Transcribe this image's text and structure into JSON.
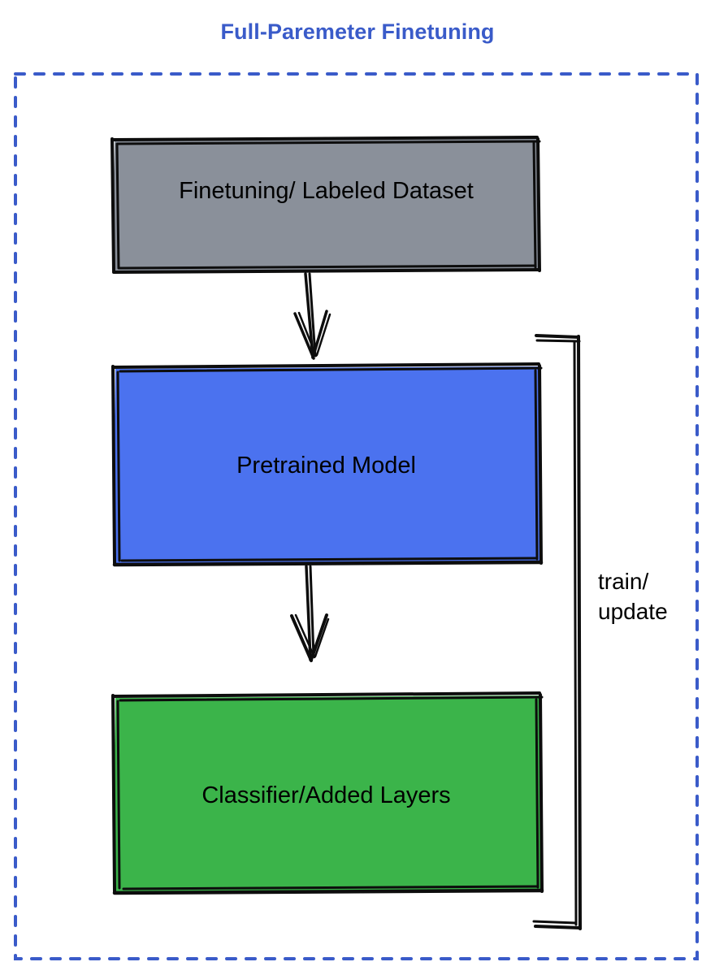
{
  "diagram": {
    "title": "Full-Paremeter Finetuning",
    "title_color": "#3a5bc9",
    "background_color": "#ffffff",
    "container": {
      "name": "dashed-boundary",
      "border_style": "dashed",
      "border_color": "#3a5bc9"
    },
    "nodes": [
      {
        "id": "dataset",
        "label": "Finetuning/ Labeled Dataset",
        "fill_color": "#8a909a",
        "stroke_color": "#0d0d0d",
        "shape": "rectangle",
        "style": "hand-drawn"
      },
      {
        "id": "pretrained",
        "label": "Pretrained Model",
        "fill_color": "#4b72ef",
        "stroke_color": "#0d0d0d",
        "shape": "rectangle",
        "style": "hand-drawn"
      },
      {
        "id": "classifier",
        "label": "Classifier/Added Layers",
        "fill_color": "#3bb44a",
        "stroke_color": "#0d0d0d",
        "shape": "rectangle",
        "style": "hand-drawn"
      }
    ],
    "edges": [
      {
        "id": "dataset-to-pretrained",
        "from": "dataset",
        "to": "pretrained",
        "label": "",
        "arrowhead": true,
        "direction": "down"
      },
      {
        "id": "pretrained-to-classifier",
        "from": "pretrained",
        "to": "classifier",
        "label": "",
        "arrowhead": true,
        "direction": "down"
      },
      {
        "id": "train-update-bracket",
        "from": "pretrained",
        "to": "classifier",
        "label": "train/\nupdate",
        "arrowhead": false,
        "direction": "bracket-right"
      }
    ]
  }
}
